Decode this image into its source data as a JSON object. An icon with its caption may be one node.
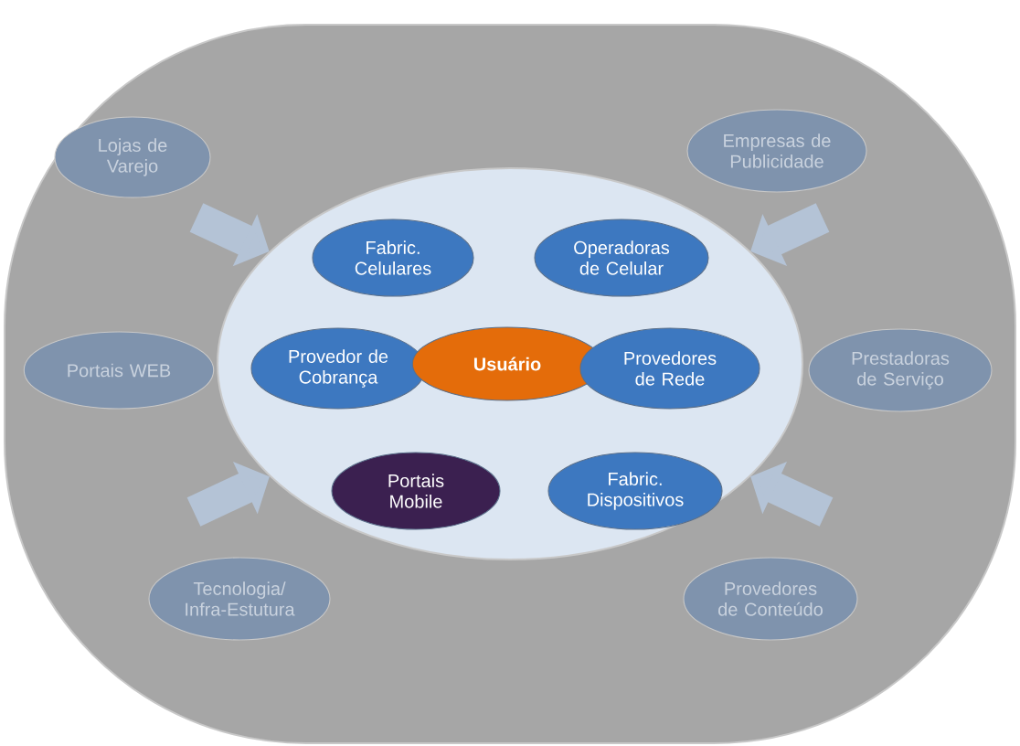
{
  "diagram": {
    "nodes": [
      {
        "text": [],
        "shape": "ellipse"
      },
      {
        "text": [
          "Lojas de Varejo"
        ],
        "in": 0
      },
      {
        "text": [
          "Empresas de Publicidade"
        ],
        "in": 0
      },
      {
        "text": [],
        "shape": "ellipse",
        "in": 0
      },
      {
        "text": [
          "Fabric. Celulares"
        ],
        "in": 3
      },
      {
        "text": [
          "Operadoras de Celular"
        ],
        "in": 3
      },
      {
        "text": [
          "Portais WEB"
        ],
        "in": 0
      },
      {
        "text": [
          "Provedor de Cobrança"
        ],
        "in": 3
      },
      {
        "text": [
          "Usuário"
        ],
        "in": 3
      },
      {
        "text": [
          "Provedores de Rede"
        ],
        "in": 3
      },
      {
        "text": [
          "Prestadoras de Serviço"
        ],
        "in": 0
      },
      {
        "text": [
          "Portais Mobile"
        ],
        "in": 3
      },
      {
        "text": [
          "Fabric. Dispositivos"
        ],
        "in": 3
      },
      {
        "text": [
          "Tecnologia/ Infra-Estutura"
        ],
        "in": 0
      },
      {
        "text": [
          "Provedores de Conteúdo"
        ],
        "in": 0
      }
    ],
    "edges": [
      {
        "from": null,
        "to": 3,
        "arrow": "to"
      },
      {
        "from": null,
        "to": 3,
        "arrow": "to"
      },
      {
        "from": null,
        "to": 3,
        "arrow": "to"
      },
      {
        "from": null,
        "to": 3,
        "arrow": "to"
      }
    ]
  }
}
